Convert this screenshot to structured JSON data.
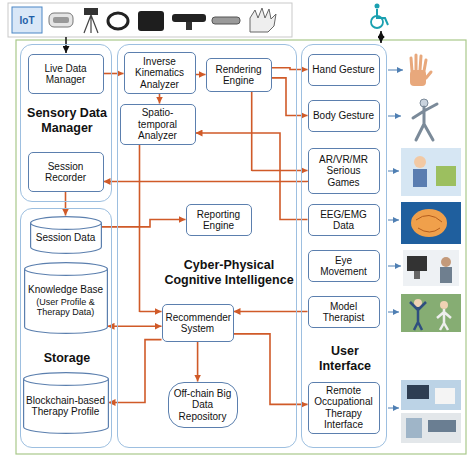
{
  "diagram": {
    "nodes": [
      {
        "text": [
          "Sensory Data Manager"
        ]
      },
      {
        "text": [
          "Live Data Manager"
        ],
        "in": 0
      },
      {
        "text": [
          "Session Recorder"
        ],
        "in": 0
      },
      {
        "text": [
          "Storage"
        ]
      },
      {
        "text": [
          "Session Data"
        ],
        "in": 3
      },
      {
        "text": [
          "Knowledge Base",
          "(User Profile & Therapy Data)"
        ],
        "in": 3
      },
      {
        "text": [
          "Blockchain-based Therapy Profile"
        ],
        "in": 3
      },
      {
        "text": [
          "Cyber-Physical Cognitive Intelligence"
        ]
      },
      {
        "text": [
          "Inverse Kinematics Analyzer"
        ],
        "in": 7
      },
      {
        "text": [
          "Rendering Engine"
        ],
        "in": 7
      },
      {
        "text": [
          "Spatio-temporal Analyzer"
        ],
        "in": 7
      },
      {
        "text": [
          "Reporting Engine"
        ],
        "in": 7
      },
      {
        "text": [
          "Recommender System"
        ],
        "in": 7
      },
      {
        "text": [
          "Off-chain Big Data Repository"
        ],
        "in": 7
      },
      {
        "text": [
          "User Interface"
        ]
      },
      {
        "text": [
          "Hand Gesture"
        ],
        "in": 14
      },
      {
        "text": [
          "Body Gesture"
        ],
        "in": 14
      },
      {
        "text": [
          "AR/VR/MR Serious Games"
        ],
        "in": 14
      },
      {
        "text": [
          "EEG/EMG Data"
        ],
        "in": 14
      },
      {
        "text": [
          "Eye Movement"
        ],
        "in": 14
      },
      {
        "text": [
          "Model Therapist"
        ],
        "in": 14
      },
      {
        "text": [
          "Remote Occupational Therapy Interface"
        ],
        "in": 14
      }
    ],
    "edges": [
      {
        "from": 1,
        "to": 8,
        "arrow": "to"
      },
      {
        "from": 8,
        "to": 9,
        "arrow": "to"
      },
      {
        "from": 8,
        "to": 10,
        "arrow": "to"
      },
      {
        "from": 9,
        "to": 15,
        "arrow": "to"
      },
      {
        "from": 9,
        "to": 16,
        "arrow": "to"
      },
      {
        "from": 9,
        "to": 17,
        "arrow": "to"
      },
      {
        "from": 17,
        "to": 2,
        "arrow": "to"
      },
      {
        "from": 2,
        "to": 4,
        "arrow": "to"
      },
      {
        "from": 4,
        "to": 11,
        "arrow": "to"
      },
      {
        "from": 5,
        "to": 12,
        "arrow": "both"
      },
      {
        "from": 10,
        "to": 12,
        "arrow": "to"
      },
      {
        "from": 12,
        "to": 13,
        "arrow": "to"
      },
      {
        "from": 20,
        "to": 12,
        "arrow": "to"
      },
      {
        "from": 12,
        "to": 21,
        "arrow": "to"
      },
      {
        "from": 12,
        "to": 6,
        "arrow": "to"
      },
      {
        "from": 18,
        "to": 10,
        "arrow": "to"
      }
    ],
    "labels": [
      "IoT"
    ]
  }
}
